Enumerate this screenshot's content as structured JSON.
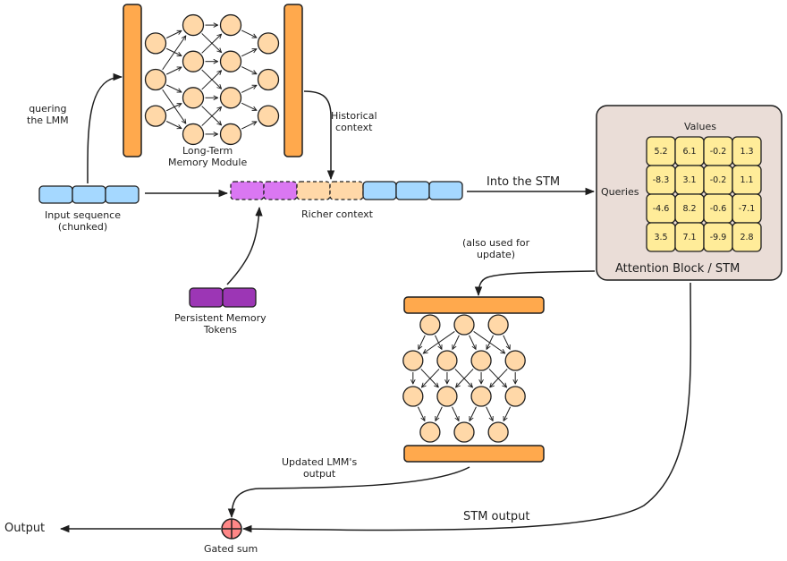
{
  "colors": {
    "orange_bar": "#ffa94d",
    "neuron": "#ffd8a8",
    "input_token": "#a5d8ff",
    "richer_purple": "#da77f2",
    "persistent_token": "#9c36b5",
    "historical_token": "#ffd8a8",
    "attention_bg": "#eaddd7",
    "matrix_cell": "#ffec99",
    "gated_sum": "#ff8787",
    "stroke": "#1e1e1e"
  },
  "labels": {
    "querying": "quering\nthe LMM",
    "long_term_memory": "Long-Term\nMemory Module",
    "historical_context": "Historical\ncontext",
    "input_sequence": "Input sequence\n(chunked)",
    "richer_context": "Richer context",
    "into_stm": "Into the STM",
    "persistent_memory": "Persistent Memory\nTokens",
    "also_used_for_update": "(also used for\nupdate)",
    "attention_block": "Attention Block / STM",
    "values": "Values",
    "queries": "Queries",
    "updated_lmm_output": "Updated LMM's\noutput",
    "stm_output": "STM output",
    "output": "Output",
    "gated_sum": "Gated sum"
  },
  "attention_matrix": [
    [
      "5.2",
      "6.1",
      "-0.2",
      "1.3"
    ],
    [
      "-8.3",
      "3.1",
      "-0.2",
      "1.1"
    ],
    [
      "-4.6",
      "8.2",
      "-0.6",
      "-7.1"
    ],
    [
      "3.5",
      "7.1",
      "-9.9",
      "2.8"
    ]
  ],
  "sequences": {
    "input_tokens": 3,
    "richer_context": [
      {
        "kind": "persistent",
        "count": 2
      },
      {
        "kind": "historical",
        "count": 2
      },
      {
        "kind": "input",
        "count": 3
      }
    ],
    "persistent_tokens": 2
  },
  "lmm_network_layers": [
    3,
    4,
    4,
    3
  ],
  "updated_lmm_network_layers": [
    3,
    4,
    4,
    3
  ]
}
